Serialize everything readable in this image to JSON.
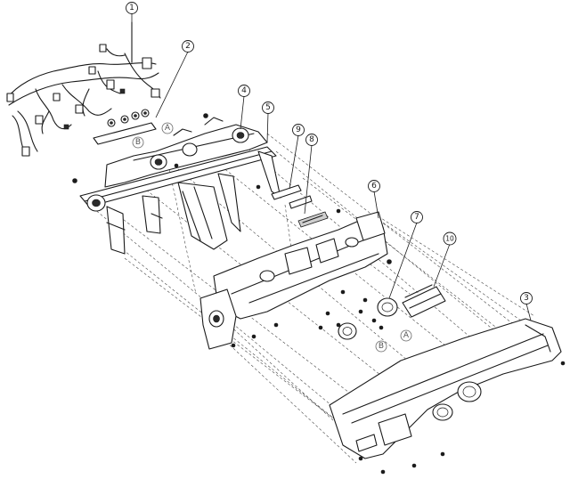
{
  "callouts": {
    "c1": "1",
    "c2": "2",
    "c3": "3",
    "c4": "4",
    "c5": "5",
    "c6": "6",
    "c7": "7",
    "c8": "8",
    "c9": "9",
    "c10": "10"
  },
  "references": {
    "a_top": "A",
    "b_top": "B",
    "a_bottom": "A",
    "b_bottom": "B"
  }
}
